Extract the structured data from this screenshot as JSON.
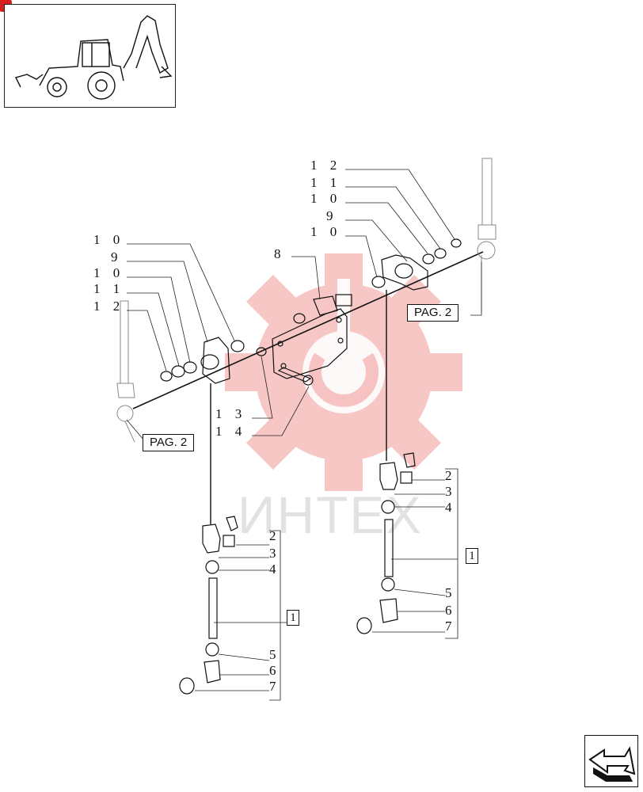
{
  "watermark": {
    "text": "ИНТЕХ",
    "color": "#e53935"
  },
  "references": {
    "left": "PAG. 2",
    "right": "PAG. 2"
  },
  "left_group": {
    "upper_labels": [
      "1 0",
      "9",
      "1 0",
      "1 1",
      "1 2"
    ],
    "center_labels": [
      "8",
      "1 3",
      "1 4"
    ],
    "lower_labels": [
      "2",
      "3",
      "4",
      "5",
      "6",
      "7"
    ],
    "group_box": "1"
  },
  "right_group": {
    "upper_labels": [
      "1 2",
      "1 1",
      "1 0",
      "9",
      "1 0"
    ],
    "lower_labels": [
      "2",
      "3",
      "4",
      "5",
      "6",
      "7"
    ],
    "group_box": "1"
  },
  "icons": {
    "thumbnail": "backhoe-loader-icon",
    "nav": "next-page-arrow-icon"
  }
}
